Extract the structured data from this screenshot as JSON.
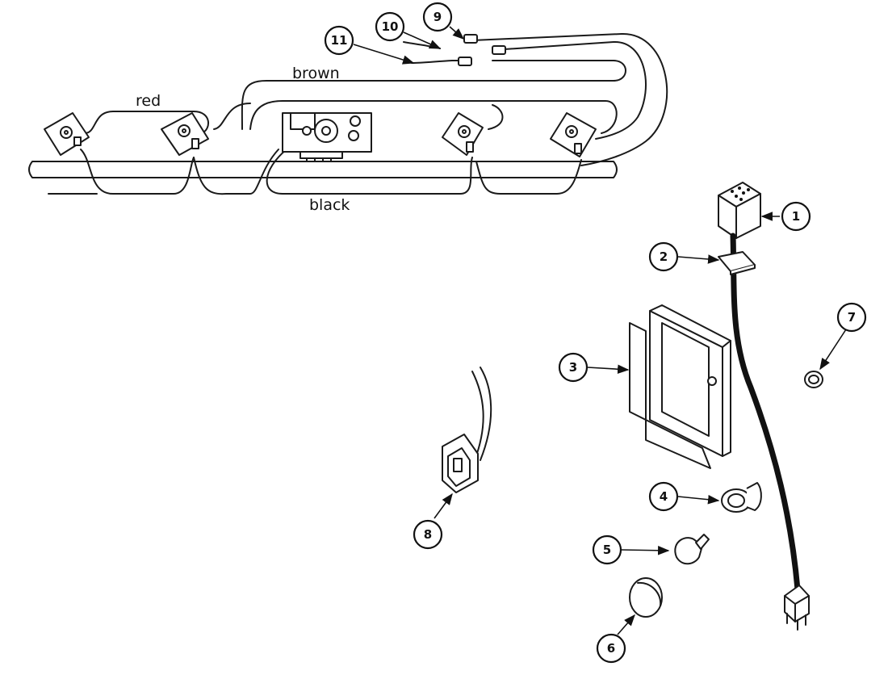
{
  "wire_labels": {
    "red": "red",
    "brown": "brown",
    "black": "black"
  },
  "callouts": [
    "1",
    "2",
    "3",
    "4",
    "5",
    "6",
    "7",
    "8",
    "9",
    "10",
    "11"
  ],
  "colors": {
    "line": "#1a1a1a",
    "background": "#ffffff"
  }
}
